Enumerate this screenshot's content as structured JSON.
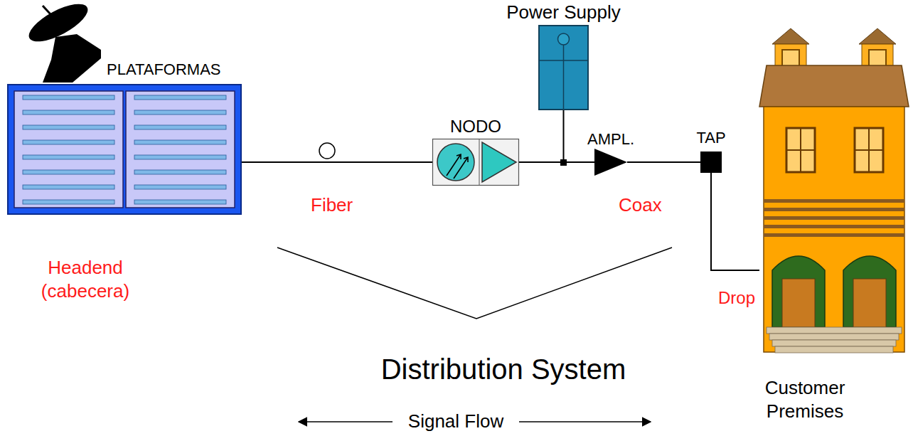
{
  "diagram": {
    "nodes": [
      {
        "text": [
          "Headend (cabecera)"
        ]
      },
      {
        "text": [
          "NODO"
        ]
      },
      {
        "text": [
          "Power Supply"
        ]
      },
      {
        "text": [
          "AMPL."
        ]
      },
      {
        "text": [
          "TAP"
        ]
      },
      {
        "text": [
          "Customer Premises"
        ]
      }
    ],
    "edges": [
      {
        "from": 0,
        "to": 1,
        "arrow": "none",
        "label": "Fiber"
      },
      {
        "from": 1,
        "to": 3,
        "arrow": "none"
      },
      {
        "from": 2,
        "to": 3,
        "arrow": "none"
      },
      {
        "from": 3,
        "to": 4,
        "arrow": "none",
        "label": "Coax"
      },
      {
        "from": 4,
        "to": 5,
        "arrow": "none",
        "label": "Drop"
      }
    ],
    "labels": [
      "PLATAFORMAS",
      "Distribution System",
      "Signal Flow"
    ]
  }
}
